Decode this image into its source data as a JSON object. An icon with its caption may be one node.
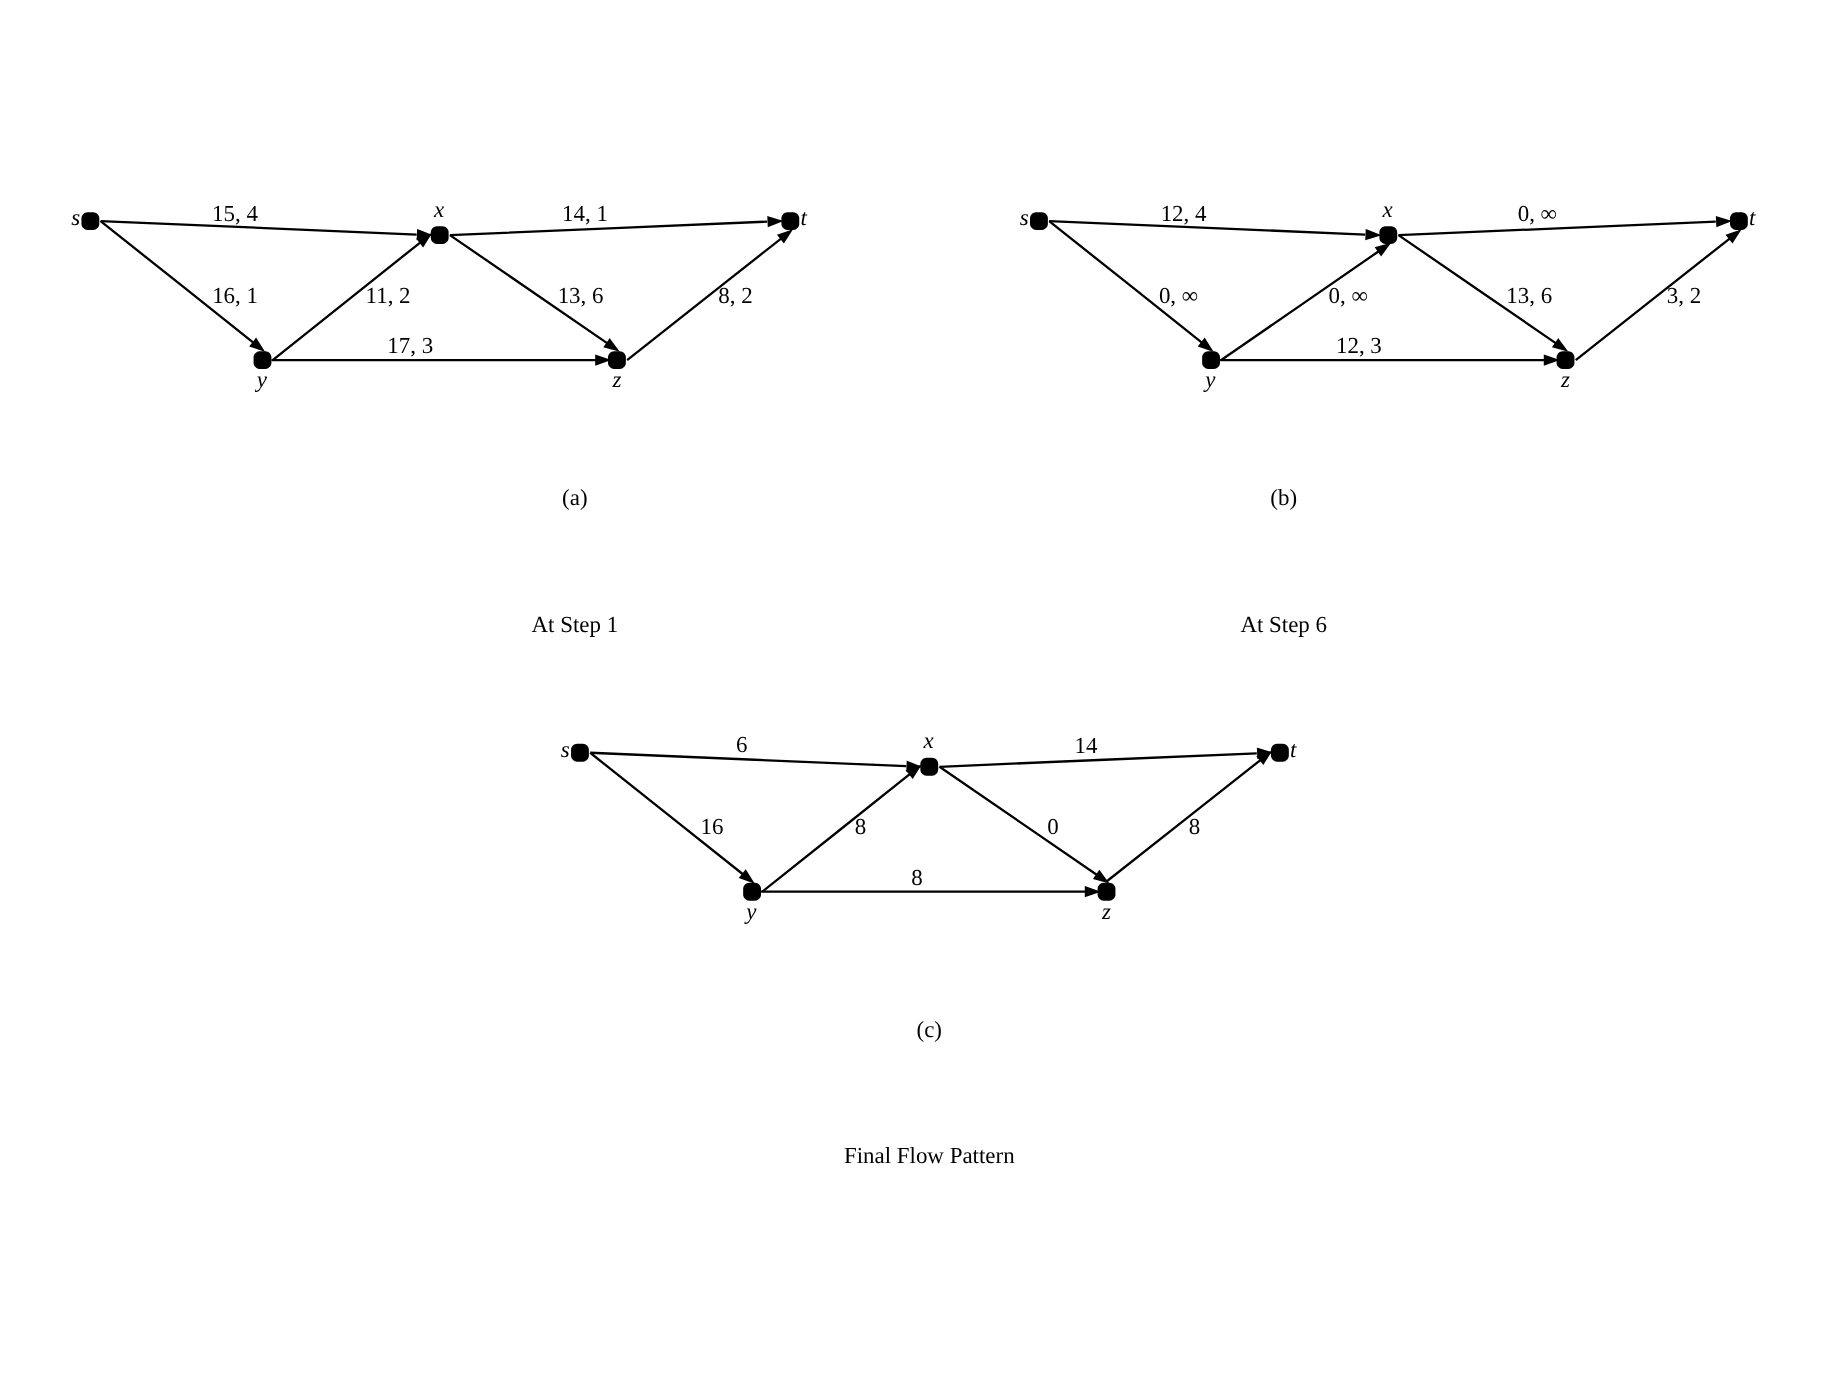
{
  "diagram": {
    "nodes": [
      {
        "text": [
          "s"
        ]
      },
      {
        "text": [
          "x"
        ]
      },
      {
        "text": [
          "t"
        ]
      },
      {
        "text": [
          "y"
        ]
      },
      {
        "text": [
          "z"
        ]
      },
      {
        "text": [
          "s"
        ]
      },
      {
        "text": [
          "x"
        ]
      },
      {
        "text": [
          "t"
        ]
      },
      {
        "text": [
          "y"
        ]
      },
      {
        "text": [
          "z"
        ]
      },
      {
        "text": [
          "s"
        ]
      },
      {
        "text": [
          "x"
        ]
      },
      {
        "text": [
          "t"
        ]
      },
      {
        "text": [
          "y"
        ]
      },
      {
        "text": [
          "z"
        ]
      }
    ],
    "edges": [
      {
        "from": 0,
        "to": 1,
        "arrow": "to",
        "label": "15, 4"
      },
      {
        "from": 1,
        "to": 2,
        "arrow": "to",
        "label": "14, 1"
      },
      {
        "from": 0,
        "to": 3,
        "arrow": "to",
        "label": "16, 1"
      },
      {
        "from": 3,
        "to": 1,
        "arrow": "to",
        "label": "11, 2"
      },
      {
        "from": 1,
        "to": 4,
        "arrow": "to",
        "label": "13, 6"
      },
      {
        "from": 3,
        "to": 4,
        "arrow": "to",
        "label": "17, 3"
      },
      {
        "from": 4,
        "to": 2,
        "arrow": "to",
        "label": "8, 2"
      },
      {
        "from": 5,
        "to": 6,
        "arrow": "to",
        "label": "12, 4"
      },
      {
        "from": 6,
        "to": 7,
        "arrow": "to",
        "label": "0, ∞"
      },
      {
        "from": 5,
        "to": 8,
        "arrow": "to",
        "label": "0, ∞"
      },
      {
        "from": 8,
        "to": 6,
        "arrow": "to",
        "label": "0, ∞"
      },
      {
        "from": 6,
        "to": 9,
        "arrow": "to",
        "label": "13, 6"
      },
      {
        "from": 8,
        "to": 9,
        "arrow": "to",
        "label": "12, 3"
      },
      {
        "from": 9,
        "to": 7,
        "arrow": "to",
        "label": "3, 2"
      },
      {
        "from": 10,
        "to": 11,
        "arrow": "to",
        "label": "6"
      },
      {
        "from": 11,
        "to": 12,
        "arrow": "to",
        "label": "14"
      },
      {
        "from": 10,
        "to": 13,
        "arrow": "to",
        "label": "16"
      },
      {
        "from": 13,
        "to": 11,
        "arrow": "to",
        "label": "8"
      },
      {
        "from": 11,
        "to": 14,
        "arrow": "to",
        "label": "0"
      },
      {
        "from": 13,
        "to": 14,
        "arrow": "to",
        "label": "8"
      },
      {
        "from": 14,
        "to": 12,
        "arrow": "to",
        "label": "8"
      }
    ],
    "labels": [
      "(a)",
      "At Step 1",
      "(b)",
      "At Step 6",
      "(c)",
      "Final Flow Pattern"
    ]
  }
}
